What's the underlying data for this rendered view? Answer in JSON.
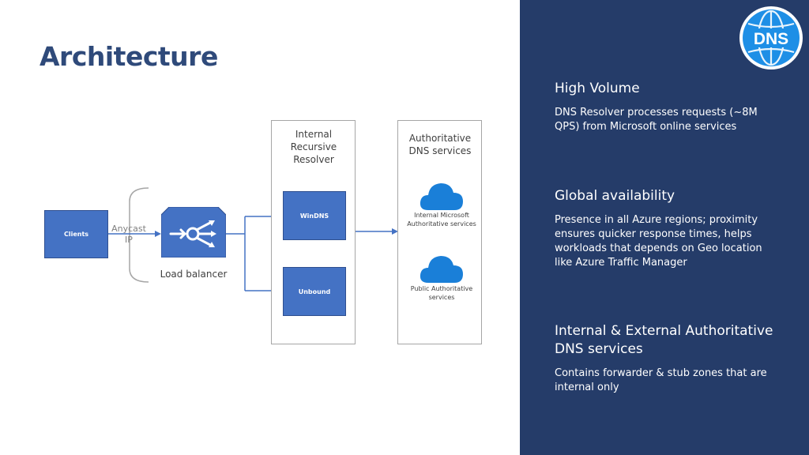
{
  "title": "Architecture",
  "diagram": {
    "clients": "Clients",
    "anycast_line1": "Anycast",
    "anycast_line2": "IP",
    "load_balancer": "Load balancer",
    "resolver_line1": "Internal",
    "resolver_line2": "Recursive",
    "resolver_line3": "Resolver",
    "windns": "WinDNS",
    "unbound": "Unbound",
    "auth_line1": "Authoritative",
    "auth_line2": "DNS services",
    "internal_ms_line1": "Internal Microsoft",
    "internal_ms_line2": "Authoritative services",
    "public_line1": "Public Authoritative",
    "public_line2": "services"
  },
  "panel": {
    "logo_text": "DNS",
    "sections": [
      {
        "title": "High Volume",
        "body": "DNS Resolver processes requests (~8M QPS) from Microsoft online services"
      },
      {
        "title": "Global availability",
        "body": "Presence in all Azure regions; proximity ensures quicker response times, helps workloads that depends on Geo location like Azure Traffic Manager"
      },
      {
        "title": "Internal & External Authoritative DNS services",
        "body": "Contains forwarder & stub zones that are internal only"
      }
    ]
  },
  "colors": {
    "panel_bg": "#253c69",
    "node_blue": "#4472c4",
    "title": "#2f4a7a",
    "cloud": "#1a7fd8"
  }
}
